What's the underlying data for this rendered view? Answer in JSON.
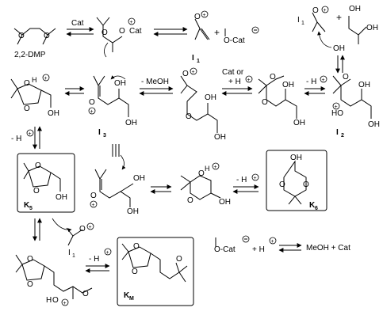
{
  "labels": {
    "dmp": "2,2-DMP",
    "cat_top": "Cat",
    "cat_or": "Cat or",
    "i1_a": "I",
    "i1_a_sub": "1",
    "i1_b": "I",
    "i1_b_sub": "1",
    "i1_c": "I",
    "i1_c_sub": "1",
    "i2": "I",
    "i2_sub": "2",
    "i3": "I",
    "i3_sub": "3",
    "k5": "K",
    "k5_sub": "5",
    "k6": "K",
    "k6_sub": "6",
    "km": "K",
    "km_sub": "M"
  },
  "reagents": {
    "minus_meoh": "- MeOH",
    "plus_h_top": "+ H",
    "minus_h_right": "- H",
    "minus_h_left": "- H",
    "minus_h_mid": "- H",
    "minus_h_bottom": "- H",
    "plus_sign": "+",
    "cat_anion_top": "O-Cat",
    "cat_anion_bottom": "O-Cat",
    "meoh_cat": "MeOH + Cat",
    "plus_h_bottom": "+ H"
  },
  "atoms": {
    "O": "O",
    "OH": "OH",
    "HO": "HO",
    "H": "H",
    "Cat": "Cat"
  }
}
